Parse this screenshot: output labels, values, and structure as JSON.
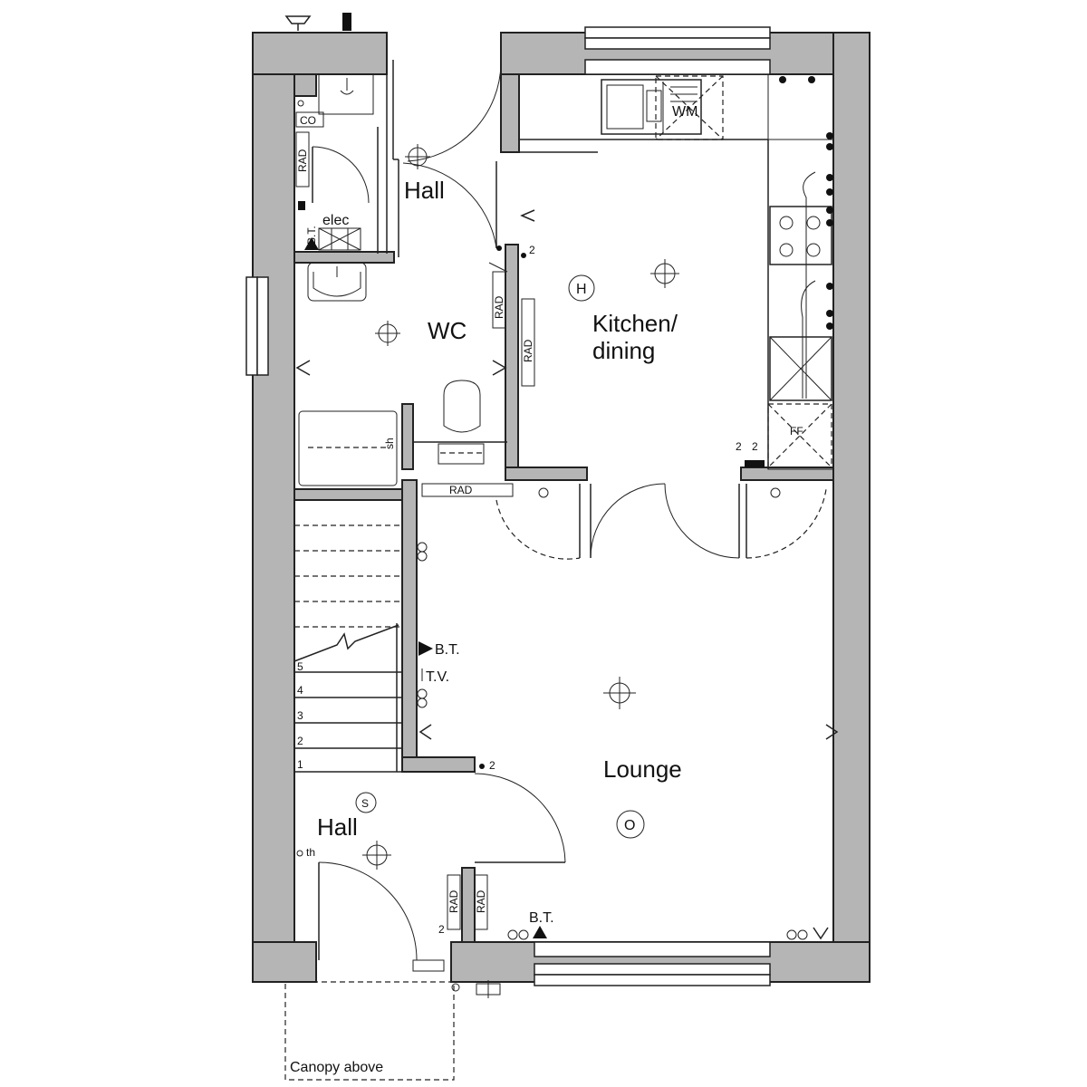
{
  "rooms": {
    "hall_upper": "Hall",
    "wc": "WC",
    "kitchen_line1": "Kitchen/",
    "kitchen_line2": "dining",
    "lounge": "Lounge",
    "hall_lower": "Hall"
  },
  "annotations": {
    "canopy": "Canopy above",
    "bt_upper": "B.T.",
    "elec": "elec",
    "co": "CO",
    "wm": "WM",
    "ff": "FF",
    "sh": "sh",
    "th": "th",
    "bt_lounge": "B.T.",
    "tv_lounge": "T.V.",
    "bt_front": "B.T.",
    "rad": "RAD",
    "heat_h": "H",
    "smoke_s": "S",
    "ceiling_o": "O"
  },
  "socket_counts": {
    "hall_door": "2",
    "kitchen_left": "2",
    "kitchen_right": "2",
    "lounge_door": "2",
    "lower_hall": "2"
  },
  "stair_numbers": [
    "1",
    "2",
    "3",
    "4",
    "5"
  ],
  "colors": {
    "wall_fill": "#b5b5b5",
    "line": "#222222",
    "background": "#ffffff"
  }
}
